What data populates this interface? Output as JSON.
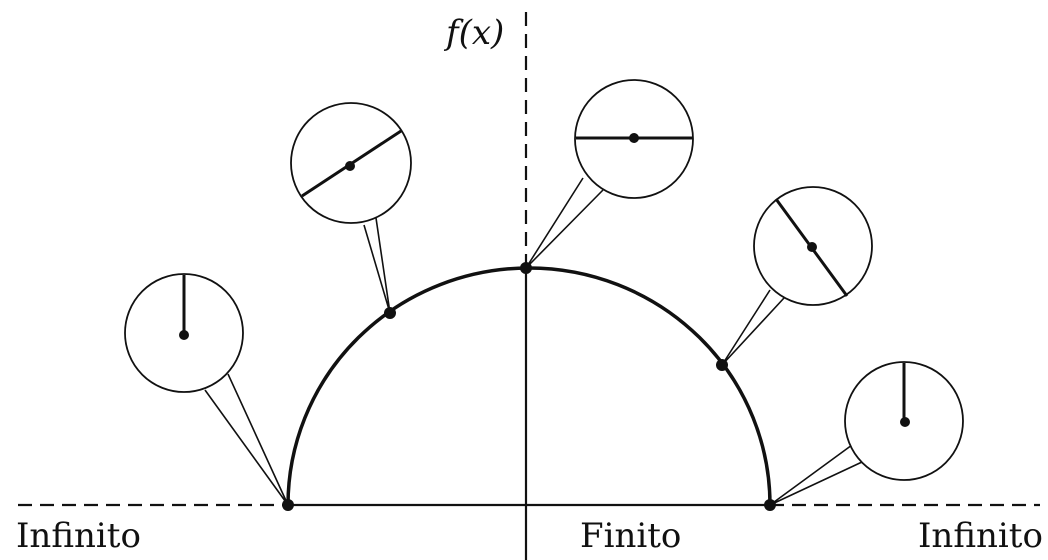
{
  "labels": {
    "y_axis": "f(x)",
    "left_region": "Infinito",
    "center_region": "Finito",
    "right_region": "Infinito"
  },
  "colors": {
    "ink": "#111111",
    "background": "#ffffff"
  },
  "callouts": [
    {
      "name": "callout-left-base",
      "segment": "vertical-up"
    },
    {
      "name": "callout-left-mid",
      "segment": "diagonal-rising"
    },
    {
      "name": "callout-top",
      "segment": "horizontal"
    },
    {
      "name": "callout-right-mid",
      "segment": "diagonal-falling"
    },
    {
      "name": "callout-right-base",
      "segment": "vertical-up"
    }
  ]
}
